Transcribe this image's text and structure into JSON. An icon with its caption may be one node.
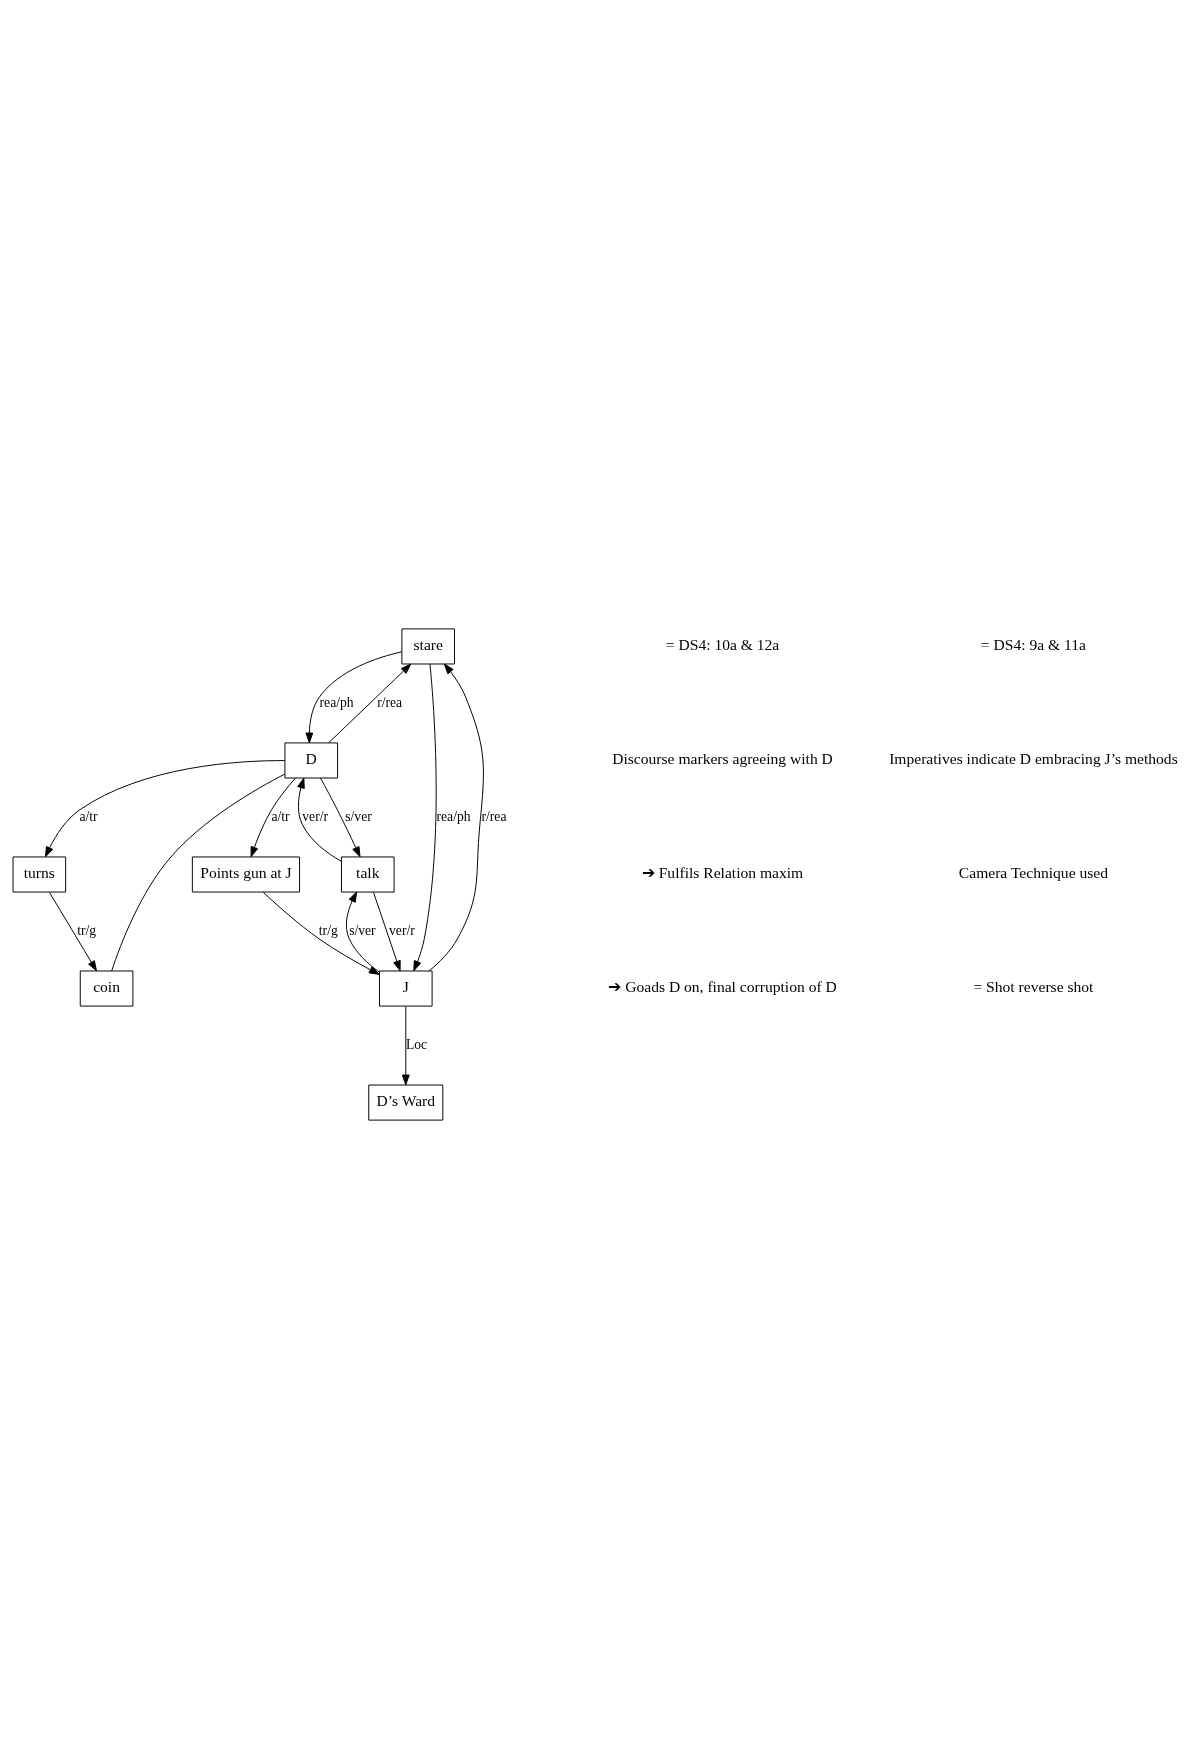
{
  "diagram": {
    "nodes": [
      {
        "text": [
          "stare"
        ]
      },
      {
        "text": [
          "D"
        ]
      },
      {
        "text": [
          "J"
        ]
      },
      {
        "text": [
          "D’s Ward"
        ]
      },
      {
        "text": [
          "turns"
        ]
      },
      {
        "text": [
          "Points gun at J"
        ]
      },
      {
        "text": [
          "coin"
        ]
      },
      {
        "text": [
          "talk"
        ]
      }
    ],
    "edges": [
      {
        "from": 1,
        "to": 0,
        "arrow": "to",
        "label": "r/rea"
      },
      {
        "from": 0,
        "to": 1,
        "arrow": "to",
        "label": "rea/ph"
      },
      {
        "from": 0,
        "to": 2,
        "arrow": "to",
        "label": "rea/ph"
      },
      {
        "from": 2,
        "to": 0,
        "arrow": "to",
        "label": "r/rea"
      },
      {
        "from": 2,
        "to": 3,
        "arrow": "to",
        "label": "Loc"
      },
      {
        "from": 1,
        "to": 5,
        "arrow": "to",
        "label": "a/tr"
      },
      {
        "from": 5,
        "to": 2,
        "arrow": "to",
        "label": "tr/g"
      },
      {
        "from": 1,
        "to": 4,
        "arrow": "to",
        "label": "a/tr"
      },
      {
        "from": 4,
        "to": 6,
        "arrow": "to",
        "label": "tr/g"
      },
      {
        "from": 6,
        "to": 1,
        "arrow": "none"
      },
      {
        "from": 1,
        "to": 7,
        "arrow": "to",
        "label": "s/ver"
      },
      {
        "from": 7,
        "to": 1,
        "arrow": "to",
        "label": "ver/r"
      },
      {
        "from": 7,
        "to": 2,
        "arrow": "to",
        "label": "ver/r"
      },
      {
        "from": 2,
        "to": 7,
        "arrow": "to",
        "label": "s/ver"
      }
    ],
    "labels": [
      "= DS4: 10a & 12a",
      "Discourse markers agreeing with D",
      "➔ Fulfils Relation maxim",
      "➔ Goads D on, final corruption of D",
      "= DS4: 9a & 11a",
      "Imperatives indicate D embracing J’s methods",
      "Camera Technique used",
      "= Shot reverse shot"
    ]
  }
}
